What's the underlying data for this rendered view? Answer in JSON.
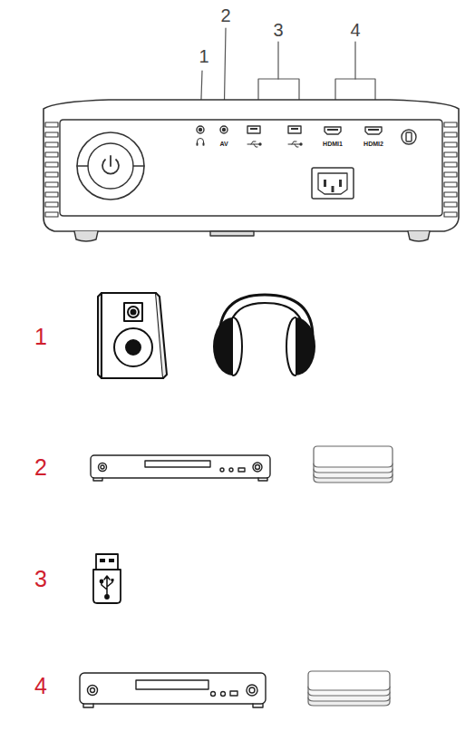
{
  "diagram": {
    "labels": [
      "1",
      "2",
      "3",
      "4",
      "AV",
      "HDMI1",
      "HDMI2",
      "1",
      "2",
      "3",
      "4"
    ]
  }
}
